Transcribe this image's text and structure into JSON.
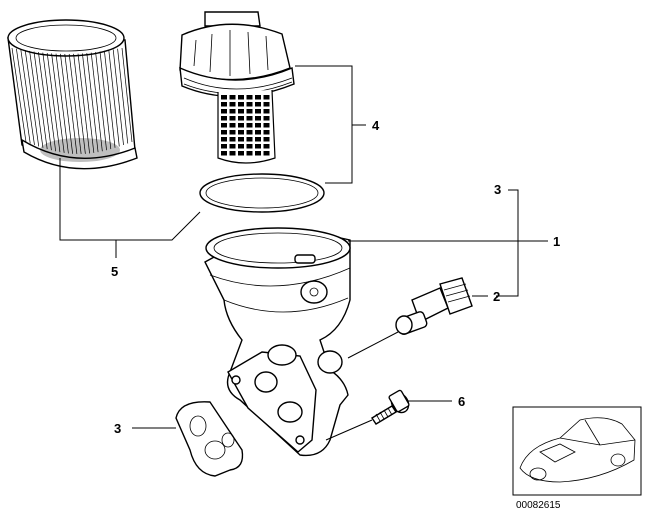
{
  "callouts": {
    "c1": "1",
    "c2": "2",
    "c3_top": "3",
    "c3_bottom": "3",
    "c4": "4",
    "c5": "5",
    "c6": "6"
  },
  "reference_number": "00082615"
}
